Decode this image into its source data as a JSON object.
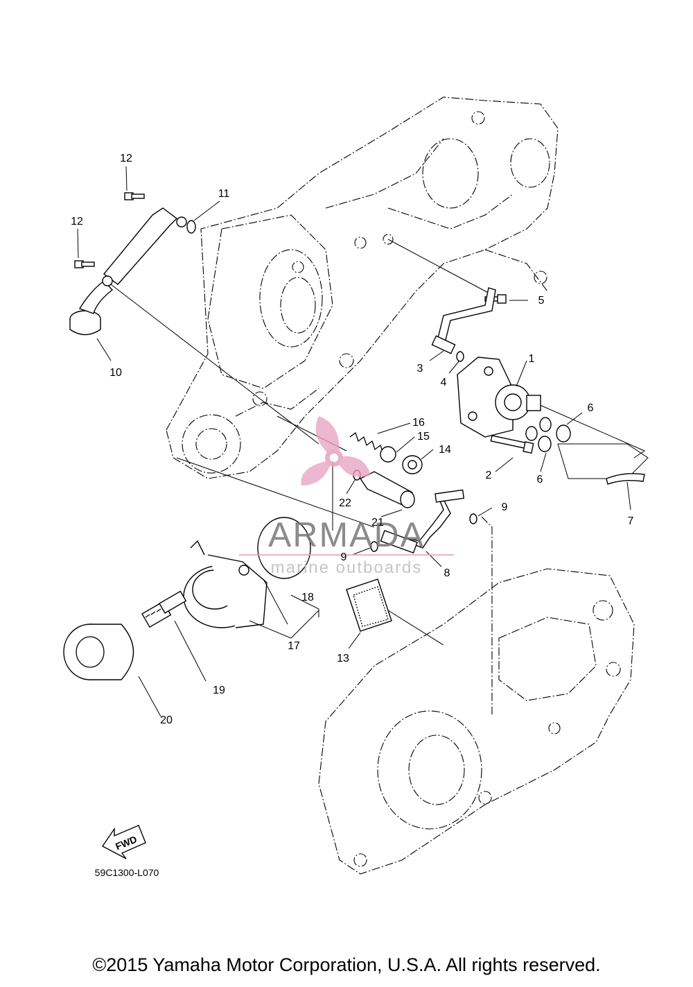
{
  "diagram": {
    "callouts": [
      {
        "id": "c1",
        "label": "1"
      },
      {
        "id": "c2",
        "label": "2"
      },
      {
        "id": "c3",
        "label": "3"
      },
      {
        "id": "c4",
        "label": "4"
      },
      {
        "id": "c5",
        "label": "5"
      },
      {
        "id": "c6a",
        "label": "6"
      },
      {
        "id": "c6b",
        "label": "6"
      },
      {
        "id": "c7",
        "label": "7"
      },
      {
        "id": "c8",
        "label": "8"
      },
      {
        "id": "c9a",
        "label": "9"
      },
      {
        "id": "c9b",
        "label": "9"
      },
      {
        "id": "c10",
        "label": "10"
      },
      {
        "id": "c11",
        "label": "11"
      },
      {
        "id": "c12a",
        "label": "12"
      },
      {
        "id": "c12b",
        "label": "12"
      },
      {
        "id": "c13",
        "label": "13"
      },
      {
        "id": "c14",
        "label": "14"
      },
      {
        "id": "c15",
        "label": "15"
      },
      {
        "id": "c16",
        "label": "16"
      },
      {
        "id": "c17",
        "label": "17"
      },
      {
        "id": "c18",
        "label": "18"
      },
      {
        "id": "c19",
        "label": "19"
      },
      {
        "id": "c20",
        "label": "20"
      },
      {
        "id": "c21",
        "label": "21"
      },
      {
        "id": "c22",
        "label": "22"
      }
    ],
    "fwd_label": "FWD",
    "diagram_code": "59C1300-L070"
  },
  "watermark": {
    "title": "ARMADA",
    "subtitle": "marine outboards",
    "logo_color": "#e8a3c0"
  },
  "footer": {
    "copyright": "©2015 Yamaha Motor Corporation, U.S.A. All rights reserved."
  }
}
